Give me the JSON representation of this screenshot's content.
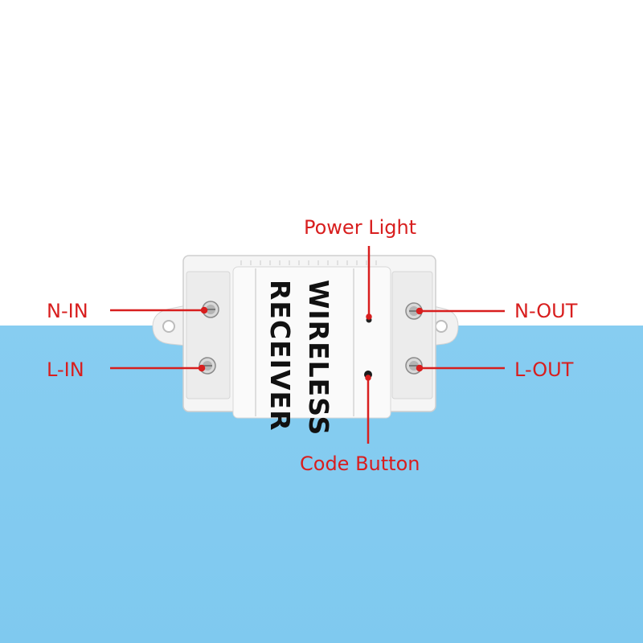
{
  "device": {
    "text_line_1": "WIRELESS",
    "text_line_2": "RECEIVER"
  },
  "labels": {
    "n_in": "N-IN",
    "l_in": "L-IN",
    "n_out": "N-OUT",
    "l_out": "L-OUT",
    "power_light": "Power Light",
    "code_button": "Code Button"
  },
  "colors": {
    "label_red": "#d81e1e",
    "background_blue": "#84cbf0",
    "device_white": "#f4f4f4"
  }
}
